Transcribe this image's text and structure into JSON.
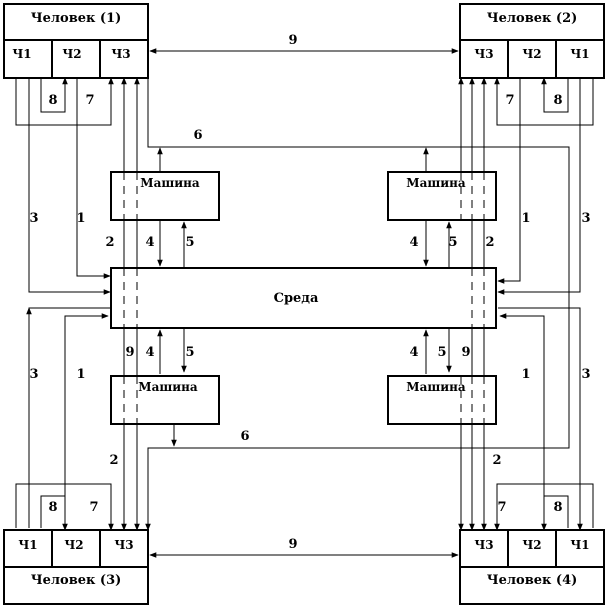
{
  "persons": {
    "p1": {
      "title": "Человек (1)",
      "parts": [
        "Ч1",
        "Ч2",
        "Ч3"
      ]
    },
    "p2": {
      "title": "Человек (2)",
      "parts": [
        "Ч3",
        "Ч2",
        "Ч1"
      ]
    },
    "p3": {
      "title": "Человек (3)",
      "parts": [
        "Ч1",
        "Ч2",
        "Ч3"
      ]
    },
    "p4": {
      "title": "Человек (4)",
      "parts": [
        "Ч3",
        "Ч2",
        "Ч1"
      ]
    }
  },
  "machines": {
    "m1": "Машина",
    "m2": "Машина",
    "m3": "Машина",
    "m4": "Машина"
  },
  "environment": "Среда",
  "numbers": {
    "n9_top": "9",
    "n9_bottom": "9",
    "n8_tl": "8",
    "n7_tl": "7",
    "n8_tr": "8",
    "n7_tr": "7",
    "n8_bl": "8",
    "n7_bl": "7",
    "n8_br": "8",
    "n7_br": "7",
    "n6_top": "6",
    "n6_bottom": "6",
    "n3_tl": "3",
    "n1_tl": "1",
    "n2_tl": "2",
    "n4_tl": "4",
    "n5_tl": "5",
    "n4_tr": "4",
    "n5_tr": "5",
    "n2_tr": "2",
    "n1_tr": "1",
    "n3_tr": "3",
    "n3_bl": "3",
    "n1_bl": "1",
    "n9_bl": "9",
    "n4_bl": "4",
    "n5_bl": "5",
    "n2_bl": "2",
    "n4_br": "4",
    "n5_br": "5",
    "n9_br": "9",
    "n1_br": "1",
    "n3_br": "3",
    "n2_br": "2"
  }
}
